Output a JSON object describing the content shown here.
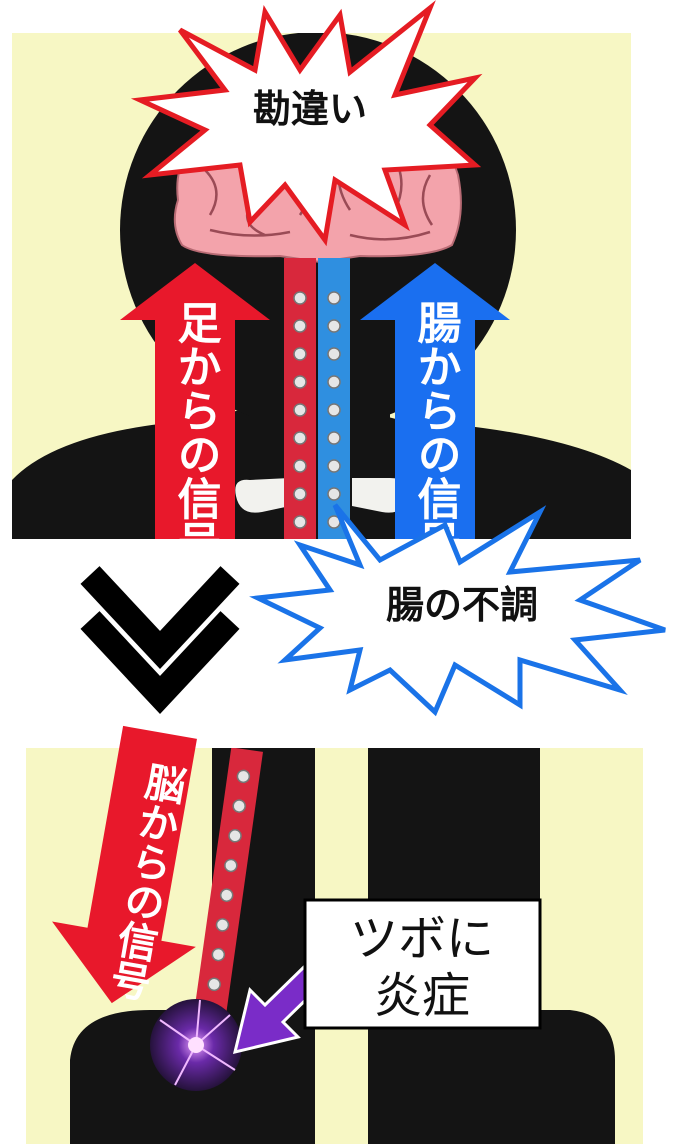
{
  "labels": {
    "misconception": "勘違い",
    "from_foot": "足からの信号",
    "from_gut": "腸からの信号",
    "gut_disorder": "腸の不調",
    "from_brain": "脳からの信号",
    "acupoint_line1": "ツボに",
    "acupoint_line2": "炎症"
  },
  "colors": {
    "panel_bg": "#f7f7c4",
    "silhouette": "#141414",
    "nerve_red": "#d8283c",
    "nerve_blue": "#2f8fe0",
    "arrow_red": "#e8182b",
    "arrow_blue": "#1a6ff0",
    "burst_red_outline": "#e51c23",
    "burst_blue_outline": "#1a73e8",
    "pointer_purple": "#7a2cc8",
    "brain_pink": "#f3a3ab",
    "bone": "#f2f2ee"
  }
}
